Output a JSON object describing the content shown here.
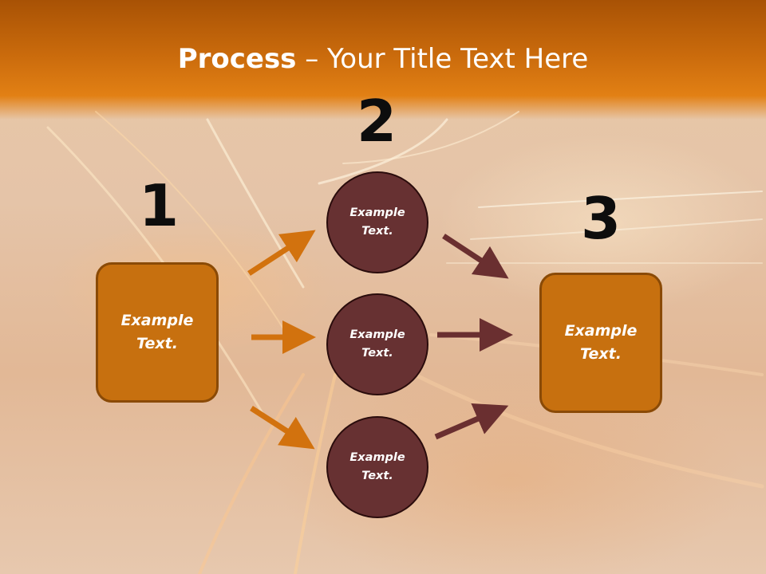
{
  "title": {
    "strong": "Process",
    "rest": " – Your Title Text Here"
  },
  "steps": {
    "n1": "1",
    "n2": "2",
    "n3": "3"
  },
  "nodes": {
    "left_box": "Example\nText.",
    "right_box": "Example\nText.",
    "circle_top": "Example\nText.",
    "circle_middle": "Example\nText.",
    "circle_bottom": "Example\nText."
  },
  "colors": {
    "header": "#c96a0c",
    "box_fill": "#c7700f",
    "circle_fill": "#673132",
    "orange_arrow": "#d2720e",
    "dark_arrow": "#6a2f30"
  }
}
